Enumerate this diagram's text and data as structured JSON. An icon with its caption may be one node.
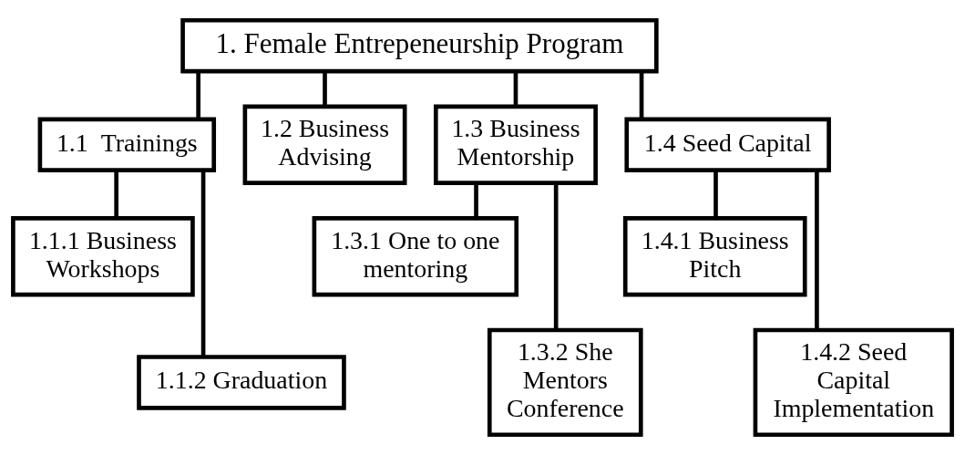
{
  "diagram": {
    "nodes": [
      {
        "text": [
          "1. Female Entrepeneurship Program"
        ]
      },
      {
        "text": [
          "1.1  Trainings"
        ]
      },
      {
        "text": [
          "1.2 Business Advising"
        ]
      },
      {
        "text": [
          "1.3 Business Mentorship"
        ]
      },
      {
        "text": [
          "1.4 Seed Capital"
        ]
      },
      {
        "text": [
          "1.1.1 Business Workshops"
        ]
      },
      {
        "text": [
          "1.1.2 Graduation"
        ]
      },
      {
        "text": [
          "1.3.1 One to one mentoring"
        ]
      },
      {
        "text": [
          "1.3.2 She Mentors Conference"
        ]
      },
      {
        "text": [
          "1.4.1 Business Pitch"
        ]
      },
      {
        "text": [
          "1.4.2 Seed Capital Implementation"
        ]
      }
    ],
    "edges": [
      {
        "from": 0,
        "to": 1,
        "arrow": "none"
      },
      {
        "from": 0,
        "to": 2,
        "arrow": "none"
      },
      {
        "from": 0,
        "to": 3,
        "arrow": "none"
      },
      {
        "from": 0,
        "to": 4,
        "arrow": "none"
      },
      {
        "from": 1,
        "to": 5,
        "arrow": "none"
      },
      {
        "from": 1,
        "to": 6,
        "arrow": "none"
      },
      {
        "from": 3,
        "to": 7,
        "arrow": "none"
      },
      {
        "from": 3,
        "to": 8,
        "arrow": "none"
      },
      {
        "from": 4,
        "to": 9,
        "arrow": "none"
      },
      {
        "from": 4,
        "to": 10,
        "arrow": "none"
      }
    ]
  }
}
